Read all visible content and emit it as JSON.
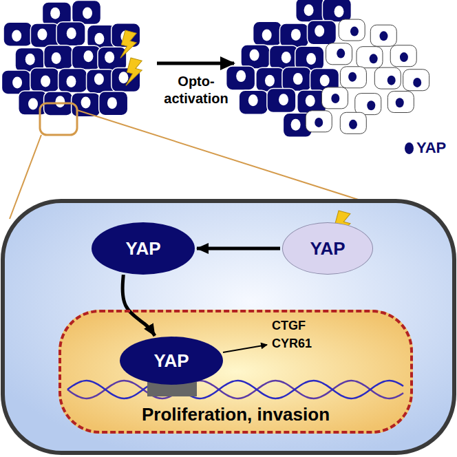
{
  "diagram": {
    "nodes": [
      {
        "text": [
          "YAP"
        ]
      },
      {
        "text": [
          "YAP"
        ]
      },
      {
        "text": [
          "Proliferation, invasion"
        ]
      },
      {
        "text": [
          "YAP"
        ],
        "in": 2
      }
    ],
    "edges": [
      {
        "from": 1,
        "to": 0,
        "arrow": "to"
      },
      {
        "from": 0,
        "to": 3,
        "arrow": "to"
      }
    ],
    "labels": [
      "Opto- activation",
      "CTGF",
      "CYR61"
    ],
    "legend": [
      {
        "text": "YAP",
        "color": "#0a0a6e"
      }
    ]
  }
}
